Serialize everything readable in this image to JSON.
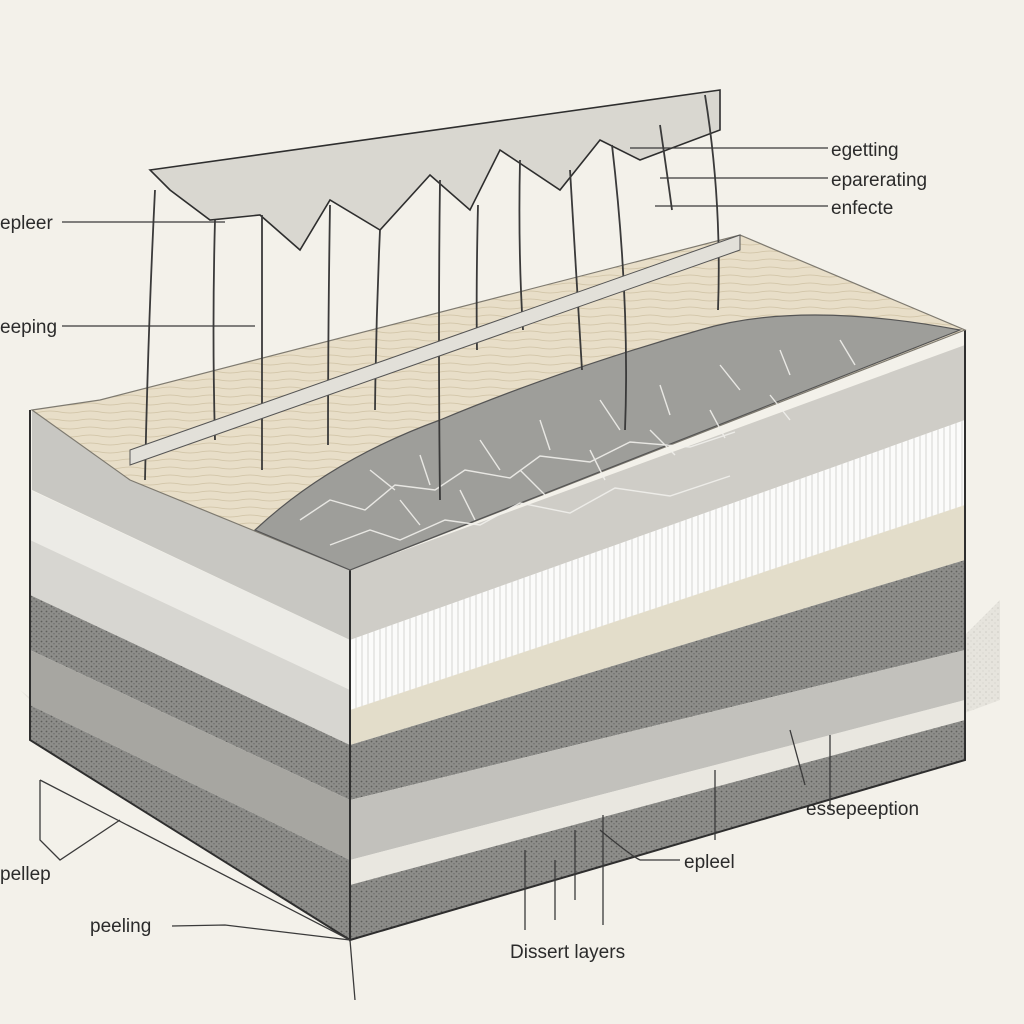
{
  "labels": {
    "egetting": "egetting",
    "eparerating": "eparerating",
    "enfecte": "enfecte",
    "epleer": "epleer",
    "eeping": "eeping",
    "essepeeption": "essepeeption",
    "epleel": "epleel",
    "pellep": "pellep",
    "peeling": "peeling",
    "dissert_layers": "Dissert layers"
  },
  "colors": {
    "background": "#f3f1ea",
    "film": "#d9d7d0",
    "wood": "#e6dcc6",
    "crack_layer": "#9c9c98",
    "pale_band": "#fbfbfa",
    "dark_band": "#7b7b79",
    "mid_band": "#b9b8b3",
    "ink": "#2e2e2e"
  }
}
